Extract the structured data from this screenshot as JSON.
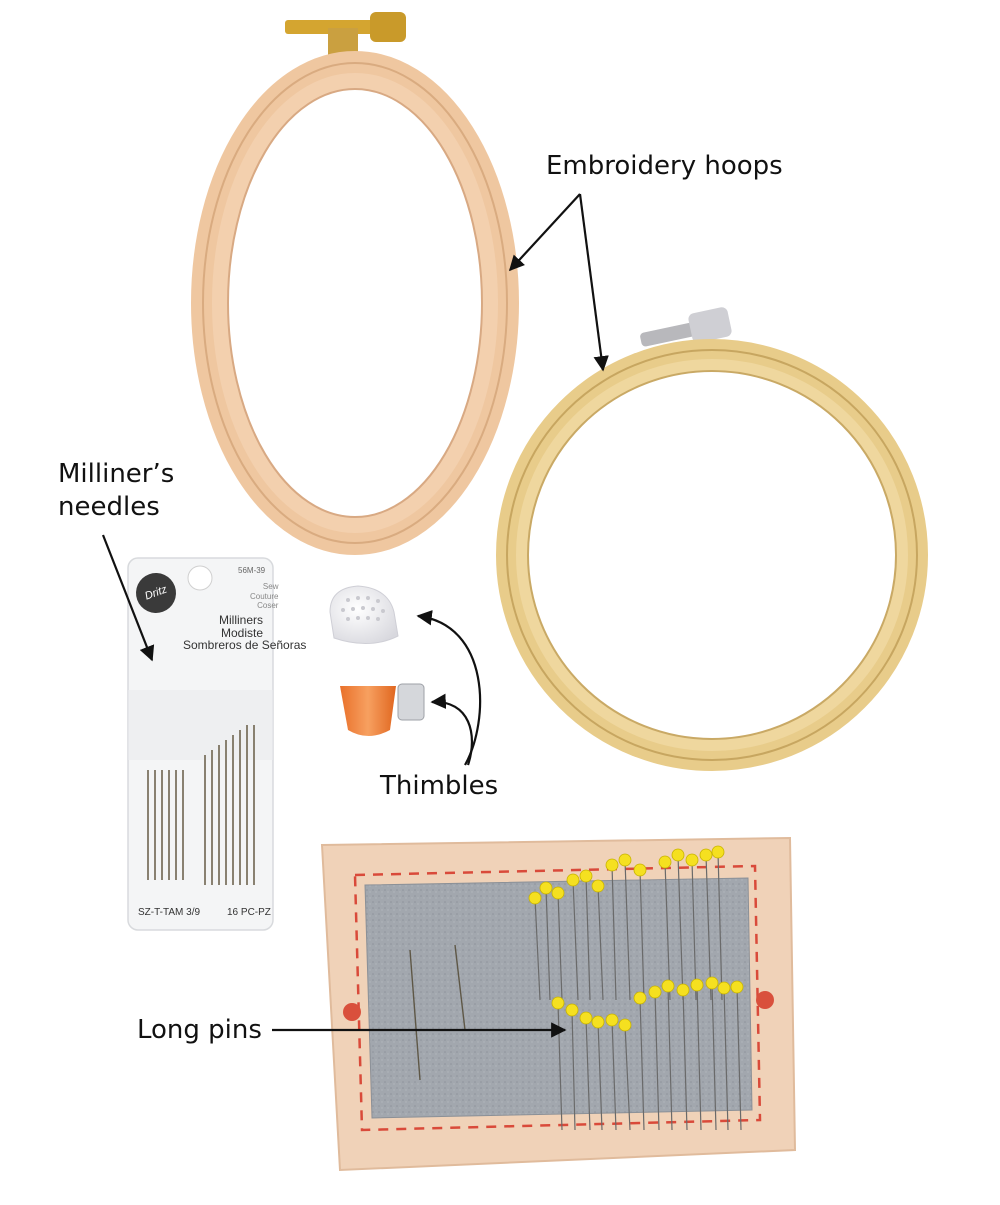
{
  "labels": {
    "embroidery_hoops": "Embroidery hoops",
    "milliners_needles_line1": "Milliner’s",
    "milliners_needles_line2": "needles",
    "thimbles": "Thimbles",
    "long_pins": "Long pins"
  },
  "needle_package": {
    "brand": "Dritz",
    "product_code": "56M-39",
    "sew_lines": [
      "Sew",
      "Couture",
      "Coser"
    ],
    "title_lines": [
      "Milliners",
      "Modiste",
      "Sombreros de Señoras"
    ],
    "size": "SZ-T-TAM 3/9",
    "count": "16 PC-PZ"
  },
  "colors": {
    "background": "#ffffff",
    "label_text": "#111111",
    "hoop_beech": "#efc7a0",
    "hoop_bamboo": "#e8cc8a",
    "felt": "#9ea3aa",
    "fabric_border": "#f0d2b8",
    "stitching": "#d94a3a",
    "pin_heads": "#f5e020",
    "thimble_clear": "#f0f0f2",
    "thimble_orange": "#f08a3c"
  }
}
